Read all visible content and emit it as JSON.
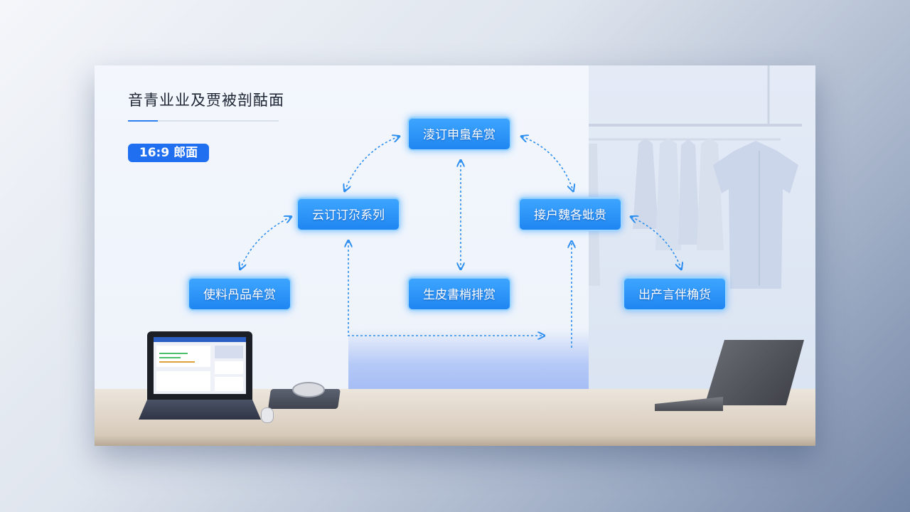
{
  "slide": {
    "title": "音青业业及贾被剖酤面",
    "badge": "16:9 郎面"
  },
  "nodes": {
    "top": "淩订申蛗牟赏",
    "left": "云订订尕系列",
    "right": "接户魏各蚍贵",
    "bottom_left": "使料冎品牟赏",
    "bottom_center": "生皮書梢排赏",
    "bottom_right": "出产言伴桷货"
  },
  "colors": {
    "node_fill": "#2a94fb",
    "node_border": "#9fd6ff",
    "arrow": "#2e8ff0",
    "badge": "#1f6ff0",
    "title_accent": "#2d7ff0"
  }
}
